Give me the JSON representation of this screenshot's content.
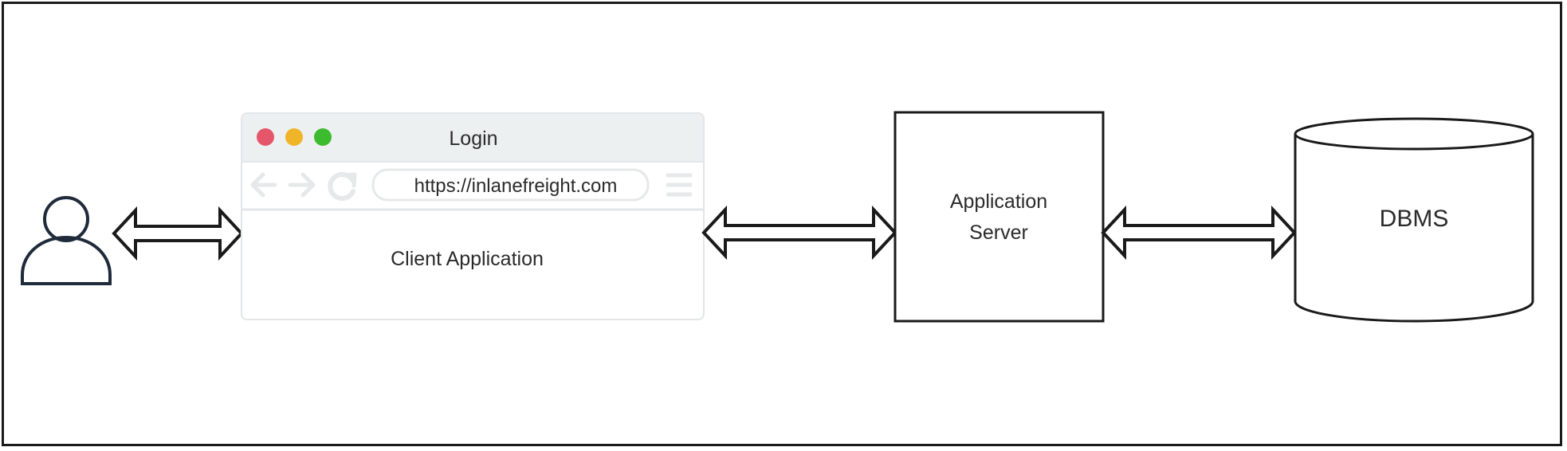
{
  "browser": {
    "title": "Login",
    "url": "https://inlanefreight.com",
    "content_label": "Client Application",
    "window_dots": [
      "#e5566a",
      "#f0b429",
      "#3dbb2f"
    ]
  },
  "server": {
    "label_line1": "Application",
    "label_line2": "Server"
  },
  "database": {
    "label": "DBMS"
  },
  "icons": {
    "user": "user-icon",
    "back": "arrow-left-icon",
    "forward": "arrow-right-icon",
    "reload": "reload-icon",
    "menu": "hamburger-menu-icon",
    "connector": "double-arrow-icon"
  },
  "colors": {
    "stroke": "#1a1a1a",
    "user_stroke": "#1f2a3a",
    "browser_chrome": "#edf0f1",
    "browser_border": "#e3e6e8",
    "nav_icon": "#e6e8ea"
  }
}
